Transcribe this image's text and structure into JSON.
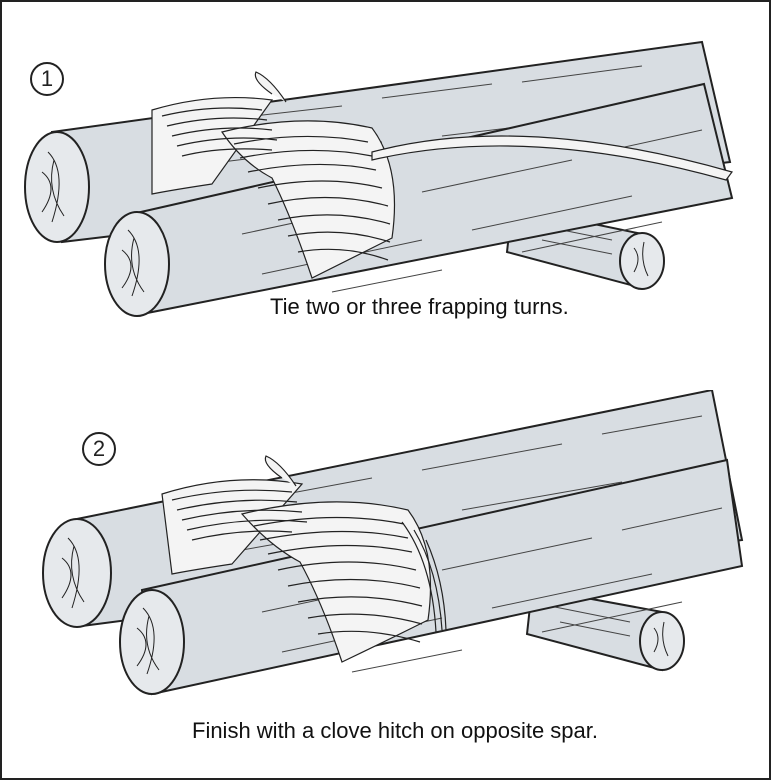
{
  "colors": {
    "wood": "#d8dde2",
    "wood_shadow": "#c4cad0",
    "outline": "#222222",
    "rope": "#f4f4f4",
    "background": "#ffffff"
  },
  "steps": [
    {
      "number": "1",
      "caption": "Tie two or three frapping turns."
    },
    {
      "number": "2",
      "caption": "Finish with a clove hitch on opposite spar."
    }
  ]
}
